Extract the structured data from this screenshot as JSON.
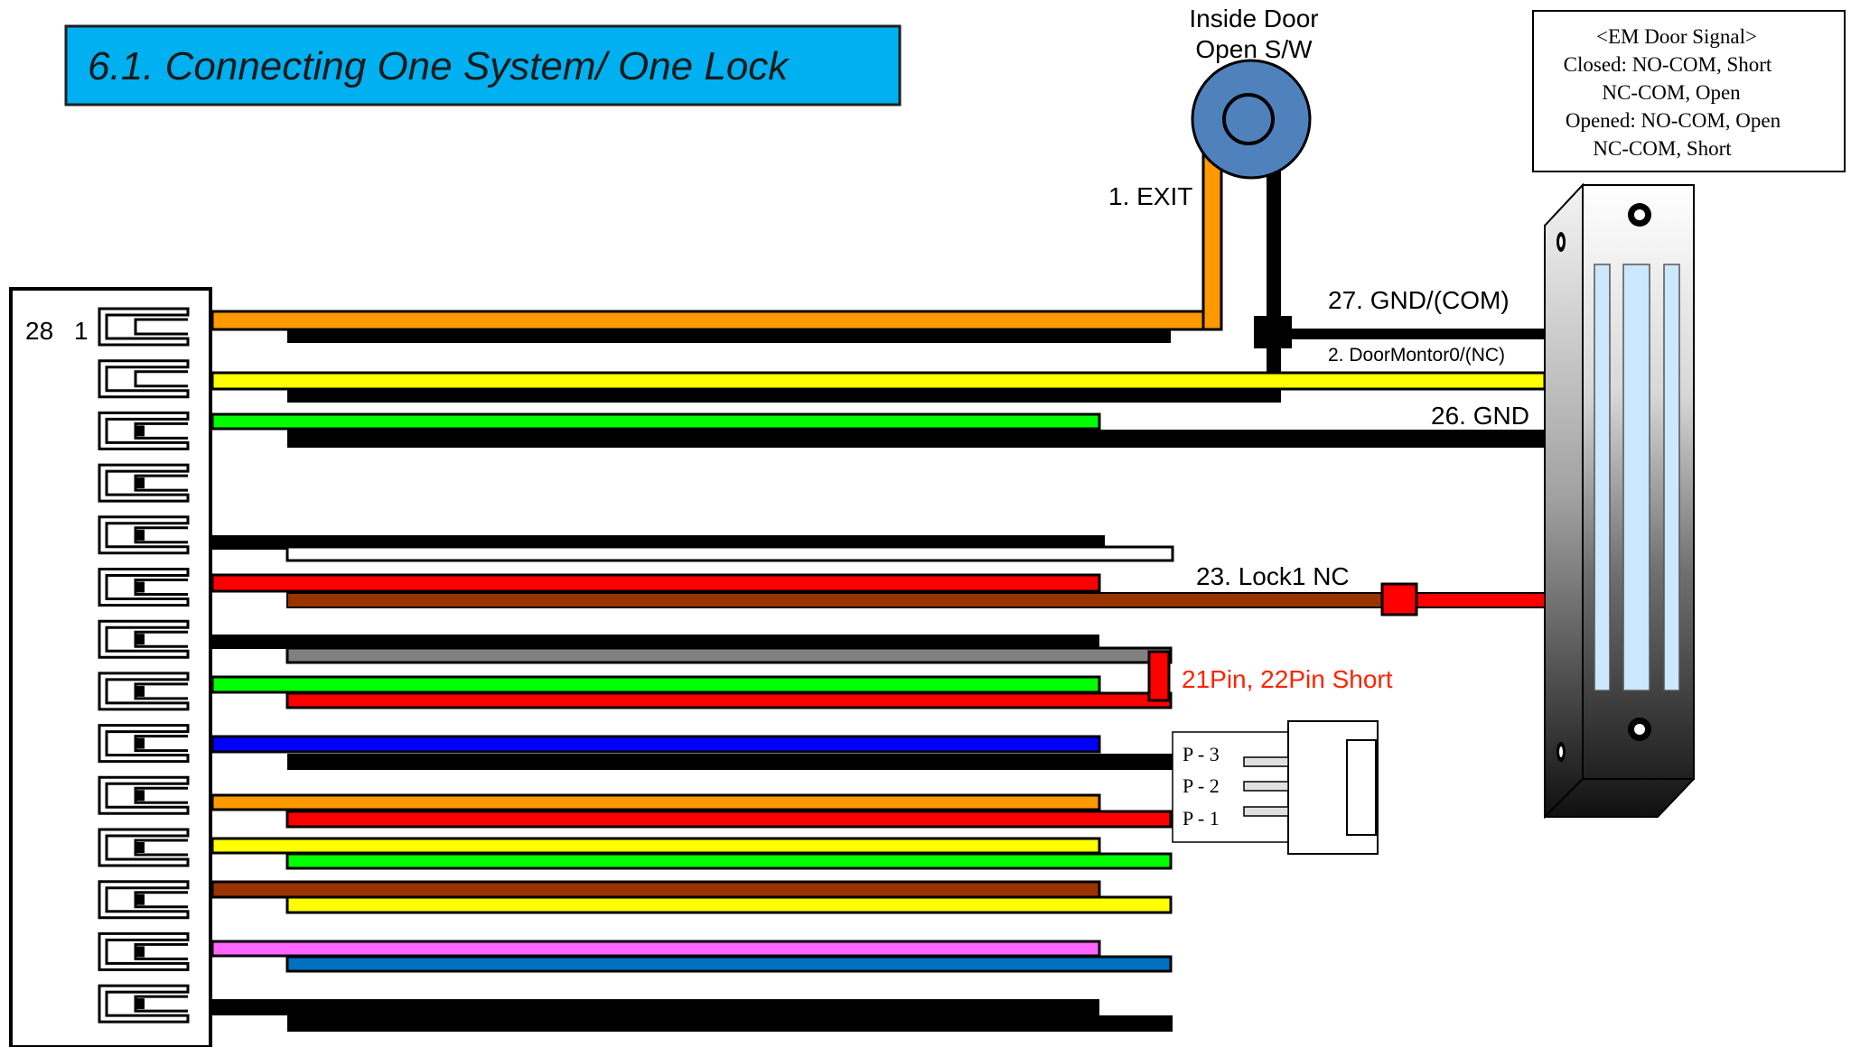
{
  "title": "6.1. Connecting One System/ One Lock",
  "connector": {
    "pin_left_label": "28",
    "pin_right_label": "1",
    "slot_count": 14
  },
  "switch": {
    "label_line1": "Inside Door",
    "label_line2": "Open S/W",
    "color": "#4f81bd"
  },
  "signal_box": {
    "lines": [
      "<EM Door Signal>",
      "Closed: NO-COM, Short",
      "NC-COM, Open",
      "Opened: NO-COM, Open",
      "NC-COM, Short"
    ]
  },
  "wire_labels": {
    "exit": "1. EXIT",
    "gnd_com": "27. GND/(COM)",
    "door_monitor": "2. DoorMontor0/(NC)",
    "gnd": "26. GND",
    "lock_nc": "23. Lock1 NC",
    "short_note": "21Pin, 22Pin Short"
  },
  "power_connector": {
    "pins": [
      "P - 3",
      "P - 2",
      "P - 1"
    ]
  },
  "colors": {
    "title_bg": "#00b0f0",
    "orange": "#ff9900",
    "yellow": "#ffff00",
    "green": "#00ff00",
    "red": "#ff0000",
    "brown": "#993300",
    "gray": "#808080",
    "blue": "#0000ff",
    "pink": "#ff66ff",
    "steel_blue": "#0070c0",
    "short_note": "#ff2200"
  }
}
